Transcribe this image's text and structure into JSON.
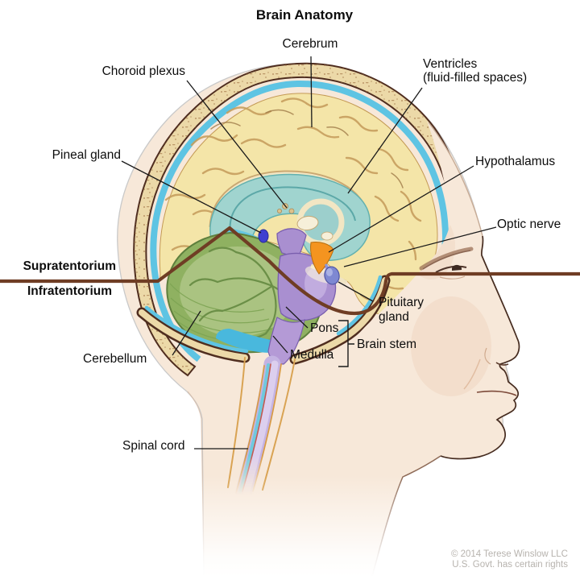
{
  "title": "Brain Anatomy",
  "labels": {
    "cerebrum": "Cerebrum",
    "choroid_plexus": "Choroid plexus",
    "ventricles_line1": "Ventricles",
    "ventricles_line2": "(fluid-filled spaces)",
    "pineal_gland": "Pineal gland",
    "hypothalamus": "Hypothalamus",
    "optic_nerve": "Optic nerve",
    "supratentorium": "Supratentorium",
    "infratentorium": "Infratentorium",
    "pituitary_line1": "Pituitary",
    "pituitary_line2": "gland",
    "cerebellum": "Cerebellum",
    "pons": "Pons",
    "medulla": "Medulla",
    "brain_stem": "Brain stem",
    "spinal_cord": "Spinal cord"
  },
  "credit": {
    "line1": "© 2014 Terese Winslow LLC",
    "line2": "U.S. Govt. has certain rights"
  },
  "colors": {
    "cerebrum": "#f4e5a8",
    "gyri": "#c79f5e",
    "ventricles": "#a0d4cf",
    "corpus_callosum": "#f2e6c3",
    "cerebellum": "#8fb161",
    "brainstem": "#a98fd0",
    "spinal_cord": "#c4b3e2",
    "bone": "#ecd9a8",
    "csf": "#5ec4e3",
    "skin": "#f7e8d9",
    "tentorium_line": "#6f3d24",
    "hypothalamus": "#f49420",
    "pituitary": "#7e88d2",
    "pineal": "#3f3fd0",
    "leader_line": "#1a1a1a",
    "credit_text": "#b7b3ae"
  }
}
